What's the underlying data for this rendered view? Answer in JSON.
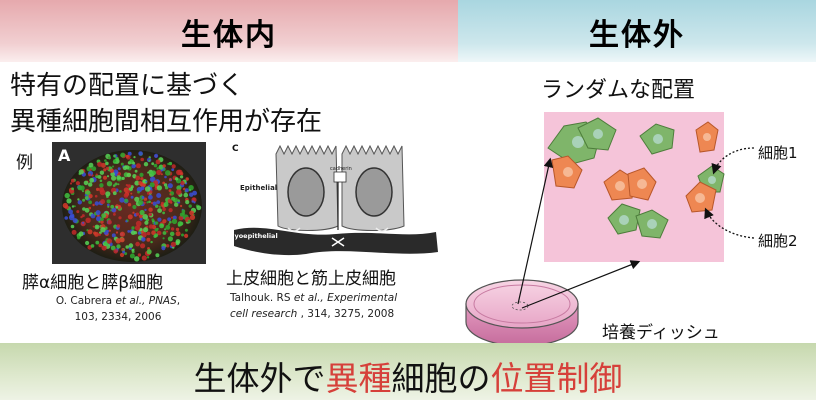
{
  "header": {
    "left_title": "生体内",
    "right_title": "生体外"
  },
  "left": {
    "subtitle_line1": "特有の配置に基づく",
    "subtitle_line2": "異種細胞間相互作用が存在",
    "example_label": "例",
    "panel_a": {
      "letter": "A",
      "caption": "膵α細胞と膵β細胞",
      "cite_line1_prefix": "O. Cabrera ",
      "cite_line1_em": "et al., PNAS",
      "cite_line1_suffix": ",",
      "cite_line2": "103, 2334, 2006"
    },
    "panel_c": {
      "letter": "C",
      "caption": "上皮細胞と筋上皮細胞",
      "cite_line1_prefix": "Talhouk. RS ",
      "cite_line1_em": "et al., Experimental",
      "cite_line2_em": "cell research",
      "cite_line2_suffix": " , 314, 3275, 2008",
      "label_epithelial": "Epithelial",
      "label_myoepithelial": "Myoepithelial",
      "label_cadherin": "cadherin"
    }
  },
  "right": {
    "subtitle": "ランダムな配置",
    "dish_label": "培養ディッシュ",
    "cell1_label": "細胞1",
    "cell2_label": "細胞2"
  },
  "bottom": {
    "part1": "生体外で",
    "part2": "異種",
    "part3": "細胞の",
    "part4": "位置制御"
  },
  "colors": {
    "left_header": "#e6a9ad",
    "right_header": "#a9d6e0",
    "bottom_band": "#c6d8ad",
    "highlight": "#d6403a",
    "cell1": "#7fb56a",
    "cell2": "#ee8752",
    "dish_area": "#f4c2d8"
  }
}
